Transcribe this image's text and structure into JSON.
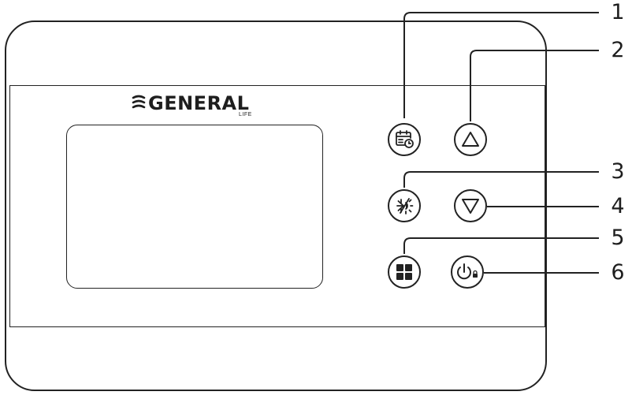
{
  "brand": {
    "name": "GENERAL",
    "subname": "LIFE"
  },
  "buttons": [
    {
      "id": "1",
      "icon": "calendar-clock-icon"
    },
    {
      "id": "2",
      "icon": "triangle-up-icon"
    },
    {
      "id": "3",
      "icon": "snowflake-sun-mode-icon"
    },
    {
      "id": "4",
      "icon": "triangle-down-icon"
    },
    {
      "id": "5",
      "icon": "grid-menu-icon"
    },
    {
      "id": "6",
      "icon": "power-lock-icon"
    }
  ],
  "callouts": {
    "c1": "1",
    "c2": "2",
    "c3": "3",
    "c4": "4",
    "c5": "5",
    "c6": "6"
  },
  "colors": {
    "outline": "#222222",
    "ink": "#1e1e1e",
    "background": "#ffffff"
  }
}
